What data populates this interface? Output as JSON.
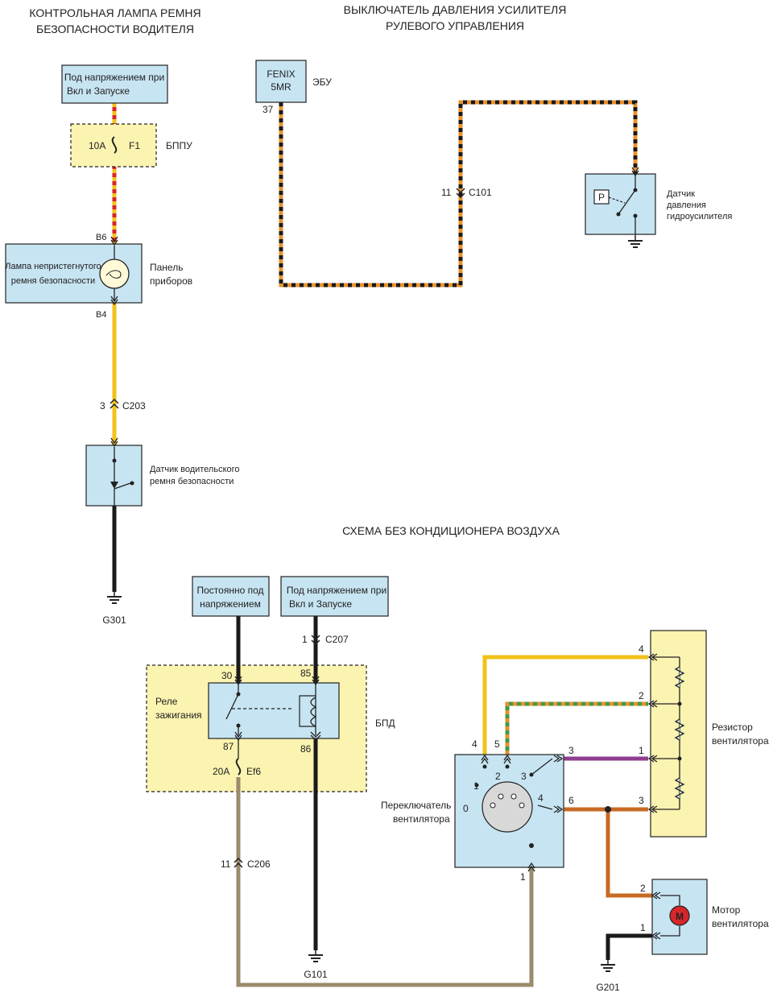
{
  "section1": {
    "title_line1": "КОНТРОЛЬНАЯ ЛАМПА РЕМНЯ",
    "title_line2": "БЕЗОПАСНОСТИ ВОДИТЕЛЯ",
    "power_line1": "Под напряжением при",
    "power_line2": "Вкл и Запуске",
    "fuse_amp": "10A",
    "fuse_id": "F1",
    "fuse_box": "БППУ",
    "pin_top": "B6",
    "pin_bottom": "B4",
    "lamp_line1": "Лампа непристегнутого",
    "lamp_line2": "ремня безопасности",
    "panel_line1": "Панель",
    "panel_line2": "приборов",
    "conn_pin": "3",
    "conn_id": "C203",
    "sensor_line1": "Датчик водительского",
    "sensor_line2": "ремня безопасности",
    "ground": "G301"
  },
  "section2": {
    "title_line1": "ВЫКЛЮЧАТЕЛЬ ДАВЛЕНИЯ УСИЛИТЕЛЯ",
    "title_line2": "РУЛЕВОГО УПРАВЛЕНИЯ",
    "ecu_line1": "FENIX",
    "ecu_line2": "5MR",
    "ecu_label": "ЭБУ",
    "ecu_pin": "37",
    "conn_pin": "11",
    "conn_id": "C101",
    "p_symbol": "P",
    "sensor_line1": "Датчик",
    "sensor_line2": "давления",
    "sensor_line3": "гидроусилителя"
  },
  "section3": {
    "title": "СХЕМА БЕЗ КОНДИЦИОНЕРА ВОЗДУХА",
    "const_line1": "Постоянно под",
    "const_line2": "напряжением",
    "ign_line1": "Под напряжением при",
    "ign_line2": "Вкл и Запуске",
    "c207_pin": "1",
    "c207_id": "C207",
    "pin30": "30",
    "pin85": "85",
    "pin87": "87",
    "pin86": "86",
    "relay_line1": "Реле",
    "relay_line2": "зажигания",
    "fuse_box": "БПД",
    "fuse_amp": "20A",
    "fuse_id": "Ef6",
    "c206_pin": "11",
    "c206_id": "C206",
    "ground_g101": "G101",
    "switch_line1": "Переключатель",
    "switch_line2": "вентилятора",
    "sw_pos0": "0",
    "sw_pos1": "1",
    "sw_pos2": "2",
    "sw_pos3": "3",
    "sw_pos4": "4",
    "sw_pin4": "4",
    "sw_pin5": "5",
    "sw_pin3": "3",
    "sw_pin6": "6",
    "sw_pin1": "1",
    "res_pin4": "4",
    "res_pin2": "2",
    "res_pin1": "1",
    "res_pin3": "3",
    "resistor_line1": "Резистор",
    "resistor_line2": "вентилятора",
    "motor_pin2": "2",
    "motor_pin1": "1",
    "motor_symbol": "M",
    "motor_line1": "Мотор",
    "motor_line2": "вентилятора",
    "ground_g201": "G201"
  },
  "colors": {
    "box_fill": "#c7e4f2",
    "fusebox_fill": "#fbf3b0",
    "wire_red": "#d6262a",
    "wire_yellow": "#f2c21a",
    "wire_orange": "#e8912c",
    "wire_black": "#1a1a1a",
    "wire_green": "#3f9a4a",
    "wire_purple": "#8f3d8f",
    "wire_brown_orange": "#c86a23",
    "wire_tan": "#9c8a6c"
  }
}
